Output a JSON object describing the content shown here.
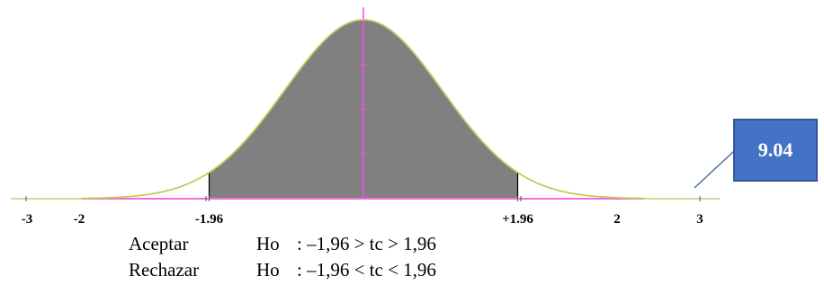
{
  "chart_data": {
    "type": "area",
    "distribution": "standard-normal",
    "xlim": [
      -3,
      3
    ],
    "x_ticks": [
      {
        "value": -3,
        "label": "-3"
      },
      {
        "value": -2,
        "label": "-2"
      },
      {
        "value": -1.96,
        "label": "-1.96"
      },
      {
        "value": 1.96,
        "label": "+1.96"
      },
      {
        "value": 2,
        "label": "2"
      },
      {
        "value": 3,
        "label": "3"
      }
    ],
    "shaded_region": {
      "from": -1.96,
      "to": 1.96
    },
    "annotation": {
      "label": "9.04",
      "points_to_x": 3
    }
  },
  "colors": {
    "curve": "#c8c860",
    "fill": "#808080",
    "axis": "#ff44ff",
    "x_axis_line": "#d8d890",
    "callout_bg": "#4472c4",
    "callout_border": "#2f5597",
    "pointer": "#4a70a8"
  },
  "rules": [
    {
      "action": "Aceptar",
      "hypothesis": "Ho",
      "condition": ": –1,96 > tc > 1,96"
    },
    {
      "action": "Rechazar",
      "hypothesis": "Ho",
      "condition": ": –1,96 < tc < 1,96"
    }
  ]
}
